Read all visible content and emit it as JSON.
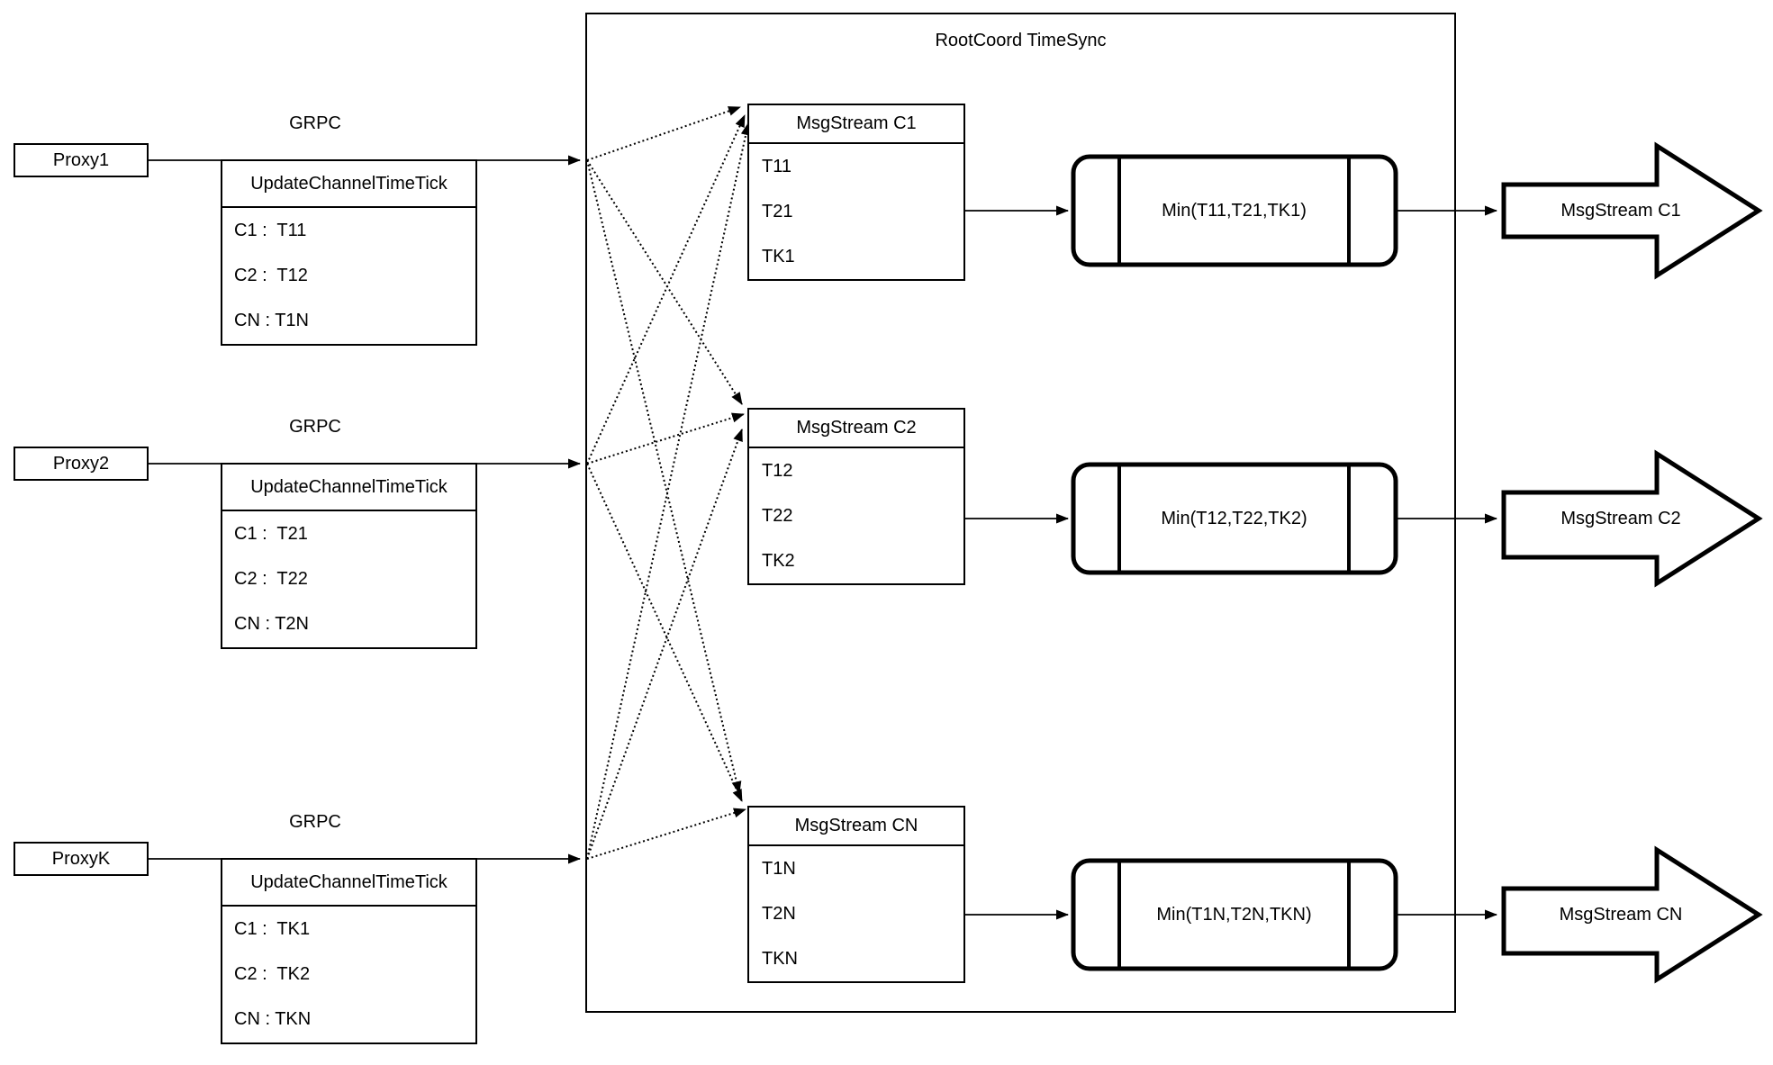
{
  "diagram": {
    "container_title": "RootCoord TimeSync",
    "grpc_label": "GRPC",
    "update_table_header": "UpdateChannelTimeTick",
    "colors": {
      "stroke": "#000000",
      "background": "#ffffff"
    },
    "rows": [
      {
        "proxy": "Proxy1",
        "update_rows": [
          "C1 :  T11",
          "C2 :  T12",
          "CN : T1N"
        ],
        "msgstream_title": "MsgStream C1",
        "msgstream_rows": [
          "T11",
          "T21",
          "TK1"
        ],
        "min_label": "Min(T11,T21,TK1)",
        "output_arrow_label": "MsgStream C1"
      },
      {
        "proxy": "Proxy2",
        "update_rows": [
          "C1 :  T21",
          "C2 :  T22",
          "CN : T2N"
        ],
        "msgstream_title": "MsgStream C2",
        "msgstream_rows": [
          "T12",
          "T22",
          "TK2"
        ],
        "min_label": "Min(T12,T22,TK2)",
        "output_arrow_label": "MsgStream C2"
      },
      {
        "proxy": "ProxyK",
        "update_rows": [
          "C1 :  TK1",
          "C2 :  TK2",
          "CN : TKN"
        ],
        "msgstream_title": "MsgStream CN",
        "msgstream_rows": [
          "T1N",
          "T2N",
          "TKN"
        ],
        "min_label": "Min(T1N,T2N,TKN)",
        "output_arrow_label": "MsgStream CN"
      }
    ]
  }
}
